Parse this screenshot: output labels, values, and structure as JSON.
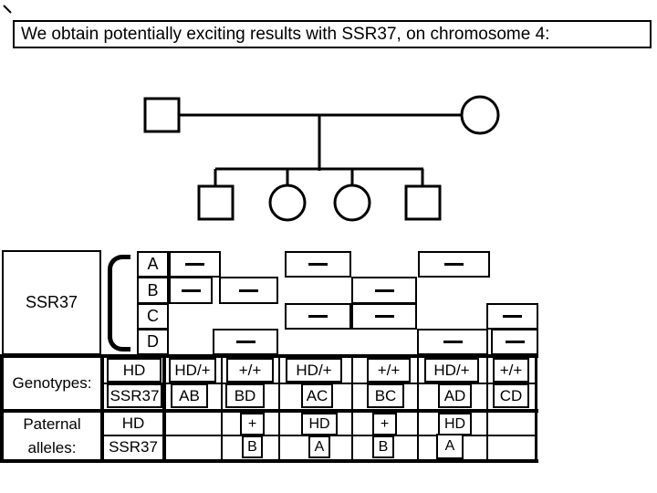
{
  "slide_title": "We obtain potentially exciting results with SSR37, on chromosome 4:",
  "pedigree": {
    "generation1": [
      {
        "id": "father",
        "sex": "male",
        "shape": "square"
      },
      {
        "id": "mother",
        "sex": "female",
        "shape": "circle"
      }
    ],
    "generation2": [
      {
        "id": "child1",
        "sex": "male",
        "shape": "square"
      },
      {
        "id": "child2",
        "sex": "female",
        "shape": "circle"
      },
      {
        "id": "child3",
        "sex": "female",
        "shape": "circle"
      },
      {
        "id": "child4",
        "sex": "male",
        "shape": "square"
      }
    ]
  },
  "allele_panel": {
    "marker_label": "SSR37",
    "row_labels": [
      "A",
      "B",
      "C",
      "D"
    ],
    "band_columns": [
      "father",
      "child1",
      "child2",
      "child3",
      "child4",
      "mother"
    ],
    "bands": {
      "A": [
        "father",
        "child2",
        "child4"
      ],
      "B": [
        "father",
        "child1",
        "child3"
      ],
      "C": [
        "child2",
        "child3",
        "mother"
      ],
      "D": [
        "child1",
        "child4",
        "mother"
      ]
    }
  },
  "genotypes": {
    "section_label": "Genotypes:",
    "hd_row_label": "HD",
    "ssr_row_label": "SSR37",
    "hd_values": [
      "HD/+",
      "+/+",
      "HD/+",
      "+/+",
      "HD/+",
      "+/+"
    ],
    "ssr_values": [
      "AB",
      "BD",
      "AC",
      "BC",
      "AD",
      "CD"
    ]
  },
  "paternal_alleles": {
    "section_label": "Paternal alleles:",
    "hd_row_label": "HD",
    "ssr_row_label": "SSR37",
    "hd_values": [
      "",
      "+",
      "HD",
      "+",
      "HD",
      ""
    ],
    "ssr_values": [
      "",
      "B",
      "A",
      "B",
      "A",
      ""
    ]
  },
  "colors": {
    "ink": "#000000",
    "background": "#ffffff"
  }
}
